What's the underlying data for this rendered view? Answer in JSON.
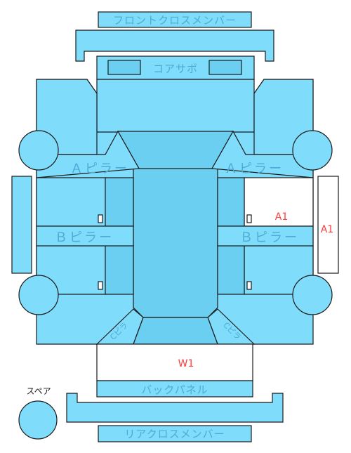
{
  "labels": {
    "front_cross_member": "フロントクロスメンバー",
    "core_support": "コアサポ",
    "a_pillar_left": "Ａピラー",
    "a_pillar_right": "Ａピラー",
    "b_pillar_left": "Ｂピラー",
    "b_pillar_right": "Ｂピラー",
    "c_pillar_left": "Cピラ",
    "c_pillar_right": "Cピラ",
    "back_panel": "バックパネル",
    "rear_cross_member": "リアクロスメンバー",
    "spare": "スペア"
  },
  "damage_marks": {
    "a1_roof_right": "A1",
    "a1_side_right": "A1",
    "w1_trunk": "W1"
  },
  "colors": {
    "panel": "#7fdcfa",
    "panel_dark": "#6bcff2",
    "label": "#4dabd6",
    "damage": "#ff3b3b"
  }
}
